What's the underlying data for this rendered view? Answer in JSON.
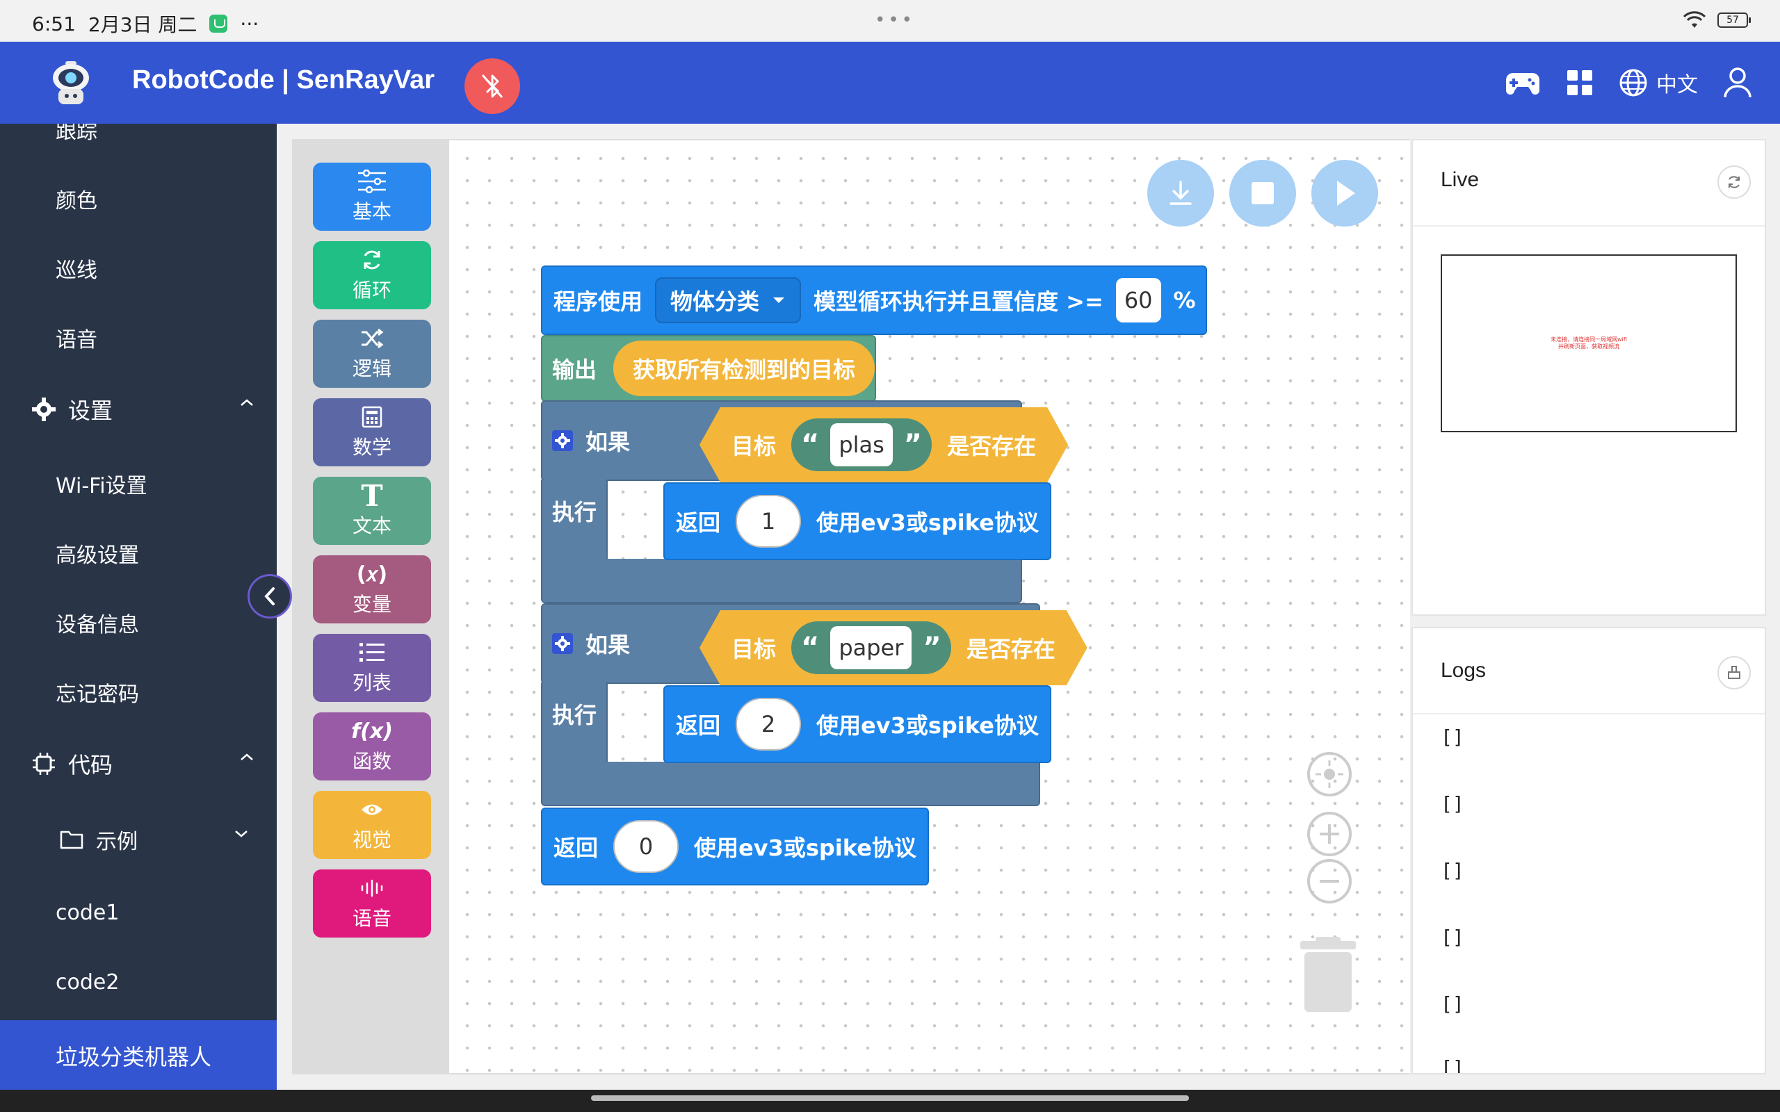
{
  "status_bar": {
    "time": "6:51",
    "date": "2月3日 周二",
    "dots": "•••",
    "battery": "57"
  },
  "header": {
    "title": "RobotCode | SenRayVar",
    "language": "中文",
    "accent": "#3355d1",
    "bluetooth_color": "#f05a5a"
  },
  "sidebar": {
    "items": [
      "跟踪",
      "颜色",
      "巡线",
      "语音"
    ],
    "settings_label": "设置",
    "settings_items": [
      "Wi-Fi设置",
      "高级设置",
      "设备信息",
      "忘记密码"
    ],
    "code_label": "代码",
    "examples_label": "示例",
    "code_items": [
      "code1",
      "code2"
    ],
    "active_item": "垃圾分类机器人"
  },
  "categories": [
    {
      "label": "基本",
      "icon": "sliders-icon",
      "color": "#2a88ef"
    },
    {
      "label": "循环",
      "icon": "loop-icon",
      "color": "#1fbf86"
    },
    {
      "label": "逻辑",
      "icon": "shuffle-icon",
      "color": "#5b80a5"
    },
    {
      "label": "数学",
      "icon": "calculator-icon",
      "color": "#5c68a6"
    },
    {
      "label": "文本",
      "icon": "text-icon",
      "color": "#5ba58b"
    },
    {
      "label": "变量",
      "icon": "variable-icon",
      "color": "#a55b80"
    },
    {
      "label": "列表",
      "icon": "list-icon",
      "color": "#745ba5"
    },
    {
      "label": "函数",
      "icon": "function-icon",
      "color": "#995ba5"
    },
    {
      "label": "视觉",
      "icon": "eye-icon",
      "color": "#f3b63a"
    },
    {
      "label": "语音",
      "icon": "voice-icon",
      "color": "#e0197d"
    }
  ],
  "blocks": {
    "main": {
      "prefix": "程序使用",
      "model": "物体分类",
      "middle": "模型循环执行并且置信度 >=",
      "confidence": "60",
      "suffix": "%"
    },
    "output": {
      "label": "输出",
      "value": "获取所有检测到的目标"
    },
    "if_blocks": [
      {
        "if_label": "如果",
        "target_label": "目标",
        "open_quote": "“",
        "target": "plas",
        "close_quote": "”",
        "exists_label": "是否存在",
        "do_label": "执行",
        "return_label": "返回",
        "return_value": "1",
        "protocol": "使用ev3或spike协议"
      },
      {
        "if_label": "如果",
        "target_label": "目标",
        "open_quote": "“",
        "target": "paper",
        "close_quote": "”",
        "exists_label": "是否存在",
        "do_label": "执行",
        "return_label": "返回",
        "return_value": "2",
        "protocol": "使用ev3或spike协议"
      }
    ],
    "final_return": {
      "label": "返回",
      "value": "0",
      "protocol": "使用ev3或spike协议"
    }
  },
  "panels": {
    "live_title": "Live",
    "live_message_1": "未连接，请连接同一局域网wifi",
    "live_message_2": "并刷新页面，获取视频流",
    "logs_title": "Logs",
    "log_lines": [
      "[]",
      "[]",
      "[]",
      "[]",
      "[]",
      "[]"
    ]
  }
}
